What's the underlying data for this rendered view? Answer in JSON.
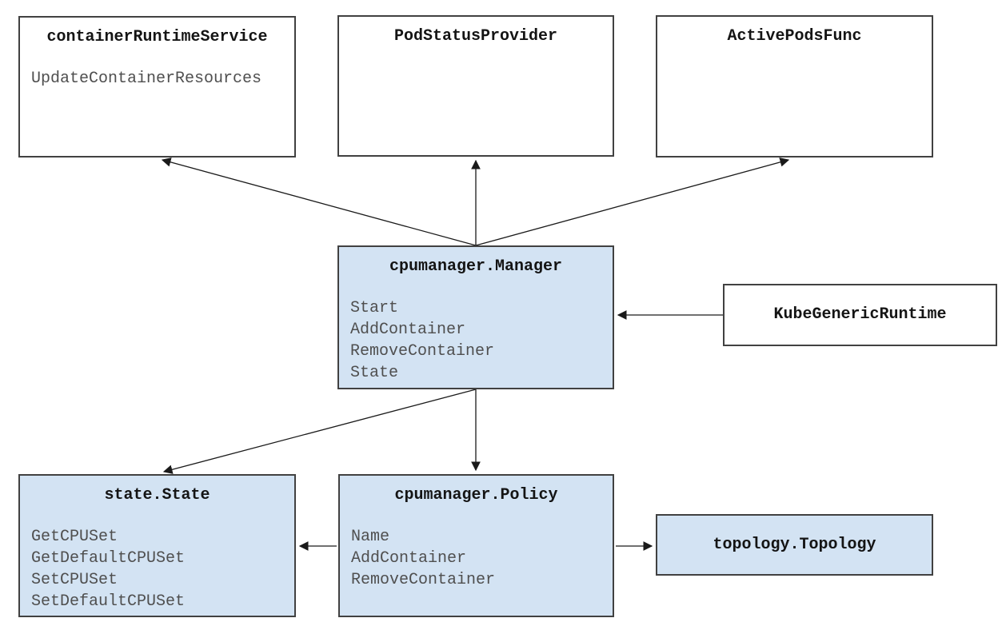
{
  "diagram": {
    "boxes": {
      "container_runtime_service": {
        "title": "containerRuntimeService",
        "methods": [
          "UpdateContainerResources"
        ]
      },
      "pod_status_provider": {
        "title": "PodStatusProvider",
        "methods": []
      },
      "active_pods_func": {
        "title": "ActivePodsFunc",
        "methods": []
      },
      "cpumanager_manager": {
        "title": "cpumanager.Manager",
        "methods": [
          "Start",
          "AddContainer",
          "RemoveContainer",
          "State"
        ]
      },
      "kube_generic_runtime": {
        "title": "KubeGenericRuntime",
        "methods": []
      },
      "state_state": {
        "title": "state.State",
        "methods": [
          "GetCPUSet",
          "GetDefaultCPUSet",
          "SetCPUSet",
          "SetDefaultCPUSet"
        ]
      },
      "cpumanager_policy": {
        "title": "cpumanager.Policy",
        "methods": [
          "Name",
          "AddContainer",
          "RemoveContainer"
        ]
      },
      "topology_topology": {
        "title": "topology.Topology",
        "methods": []
      }
    },
    "edges": [
      {
        "from": "cpumanager.Manager",
        "to": "containerRuntimeService"
      },
      {
        "from": "cpumanager.Manager",
        "to": "PodStatusProvider"
      },
      {
        "from": "cpumanager.Manager",
        "to": "ActivePodsFunc"
      },
      {
        "from": "KubeGenericRuntime",
        "to": "cpumanager.Manager"
      },
      {
        "from": "cpumanager.Manager",
        "to": "state.State"
      },
      {
        "from": "cpumanager.Manager",
        "to": "cpumanager.Policy"
      },
      {
        "from": "cpumanager.Policy",
        "to": "state.State"
      },
      {
        "from": "cpumanager.Policy",
        "to": "topology.Topology"
      }
    ],
    "colors": {
      "box_fill_blue": "#d3e3f3",
      "box_fill_white": "#ffffff",
      "box_border": "#414141",
      "title_text": "#141414",
      "method_text": "#4f4f4f",
      "arrow": "#1a1a1a"
    }
  }
}
